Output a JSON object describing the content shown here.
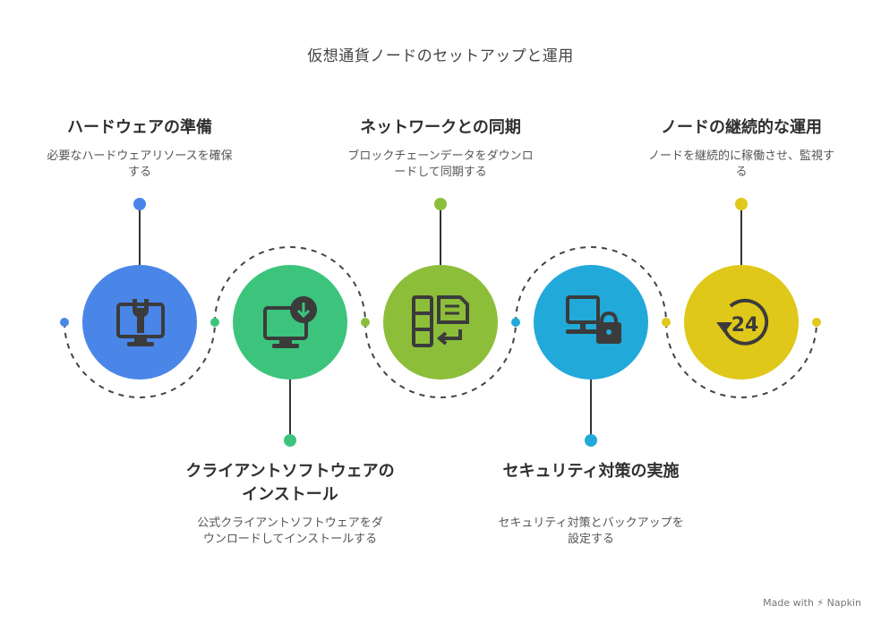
{
  "title": "仮想通貨ノードのセットアップと運用",
  "steps": [
    {
      "title": "ハードウェアの準備",
      "desc": "必要なハードウェアリソースを確保する",
      "color": "#4A86E8",
      "icon": "monitor-wrench-icon"
    },
    {
      "title": "クライアントソフトウェアのインストール",
      "desc": "公式クライアントソフトウェアをダウンロードしてインストールする",
      "color": "#3CC47C",
      "icon": "monitor-download-icon"
    },
    {
      "title": "ネットワークとの同期",
      "desc": "ブロックチェーンデータをダウンロードして同期する",
      "color": "#8DBE3A",
      "icon": "blocks-sync-icon"
    },
    {
      "title": "セキュリティ対策の実施",
      "desc": "セキュリティ対策とバックアップを設定する",
      "color": "#21A9DA",
      "icon": "computer-lock-icon"
    },
    {
      "title": "ノードの継続的な運用",
      "desc": "ノードを継続的に稼働させ、監視する",
      "color": "#E0C81A",
      "icon": "24h-cycle-icon"
    }
  ],
  "footer": "Made with ⚡ Napkin"
}
